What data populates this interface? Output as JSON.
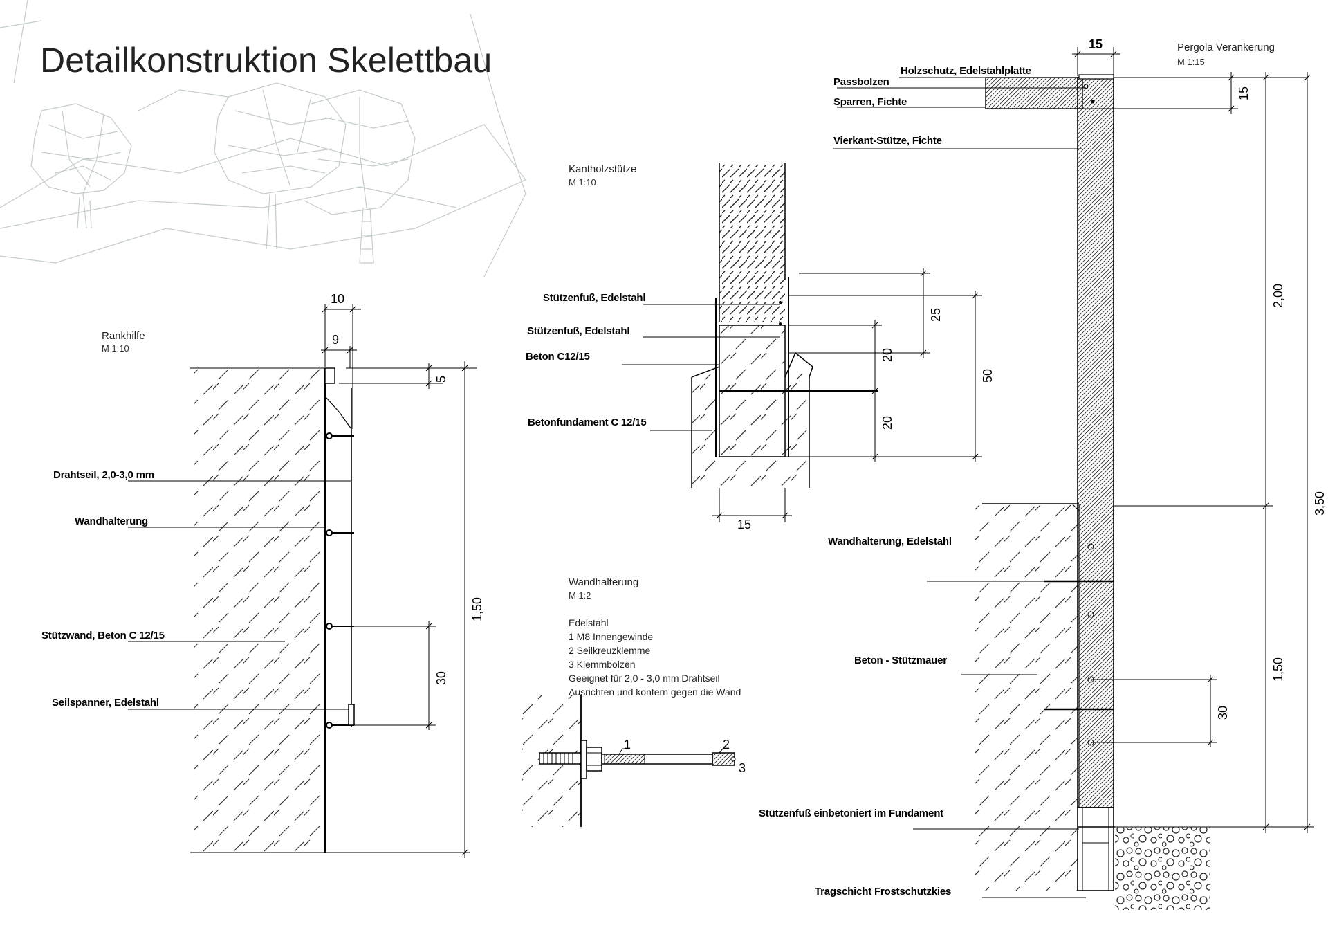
{
  "title": "Detailkonstruktion Skelettbau",
  "views": {
    "rankhilfe": {
      "title": "Rankhilfe",
      "scale": "M 1:10",
      "labels": [
        "Drahtseil, 2,0-3,0 mm",
        "Wandhalterung",
        "Stützwand, Beton C 12/15",
        "Seilspanner, Edelstahl"
      ],
      "dims": [
        "10",
        "9",
        "5",
        "1,50",
        "30"
      ]
    },
    "kantholz": {
      "title": "Kantholzstütze",
      "scale": "M 1:10",
      "labels": [
        "Stützenfuß, Edelstahl",
        "Stützenfuß, Edelstahl",
        "Beton C12/15",
        "Betonfundament C 12/15"
      ],
      "dims": [
        "25",
        "50",
        "20",
        "20",
        "15"
      ]
    },
    "wandhalterung": {
      "title": "Wandhalterung",
      "scale": "M 1:2",
      "notes": [
        "Edelstahl",
        "1 M8 Innengewinde",
        "2 Seilkreuzklemme",
        "3 Klemmbolzen",
        "Geeignet für 2,0 - 3,0 mm Drahtseil",
        "Ausrichten und kontern gegen die Wand"
      ],
      "callouts": [
        "1",
        "2",
        "3"
      ]
    },
    "pergola": {
      "title": "Pergola Verankerung",
      "scale": "M 1:15",
      "labels": [
        "Holzschutz, Edelstahlplatte",
        "Passbolzen",
        "Sparren, Fichte",
        "Vierkant-Stütze, Fichte",
        "Wandhalterung, Edelstahl",
        "Beton - Stützmauer",
        "Stützenfuß einbetoniert im Fundament",
        "Tragschicht Frostschutzkies"
      ],
      "dims": [
        "15",
        "15",
        "2,00",
        "3,50",
        "1,50",
        "30"
      ]
    }
  }
}
